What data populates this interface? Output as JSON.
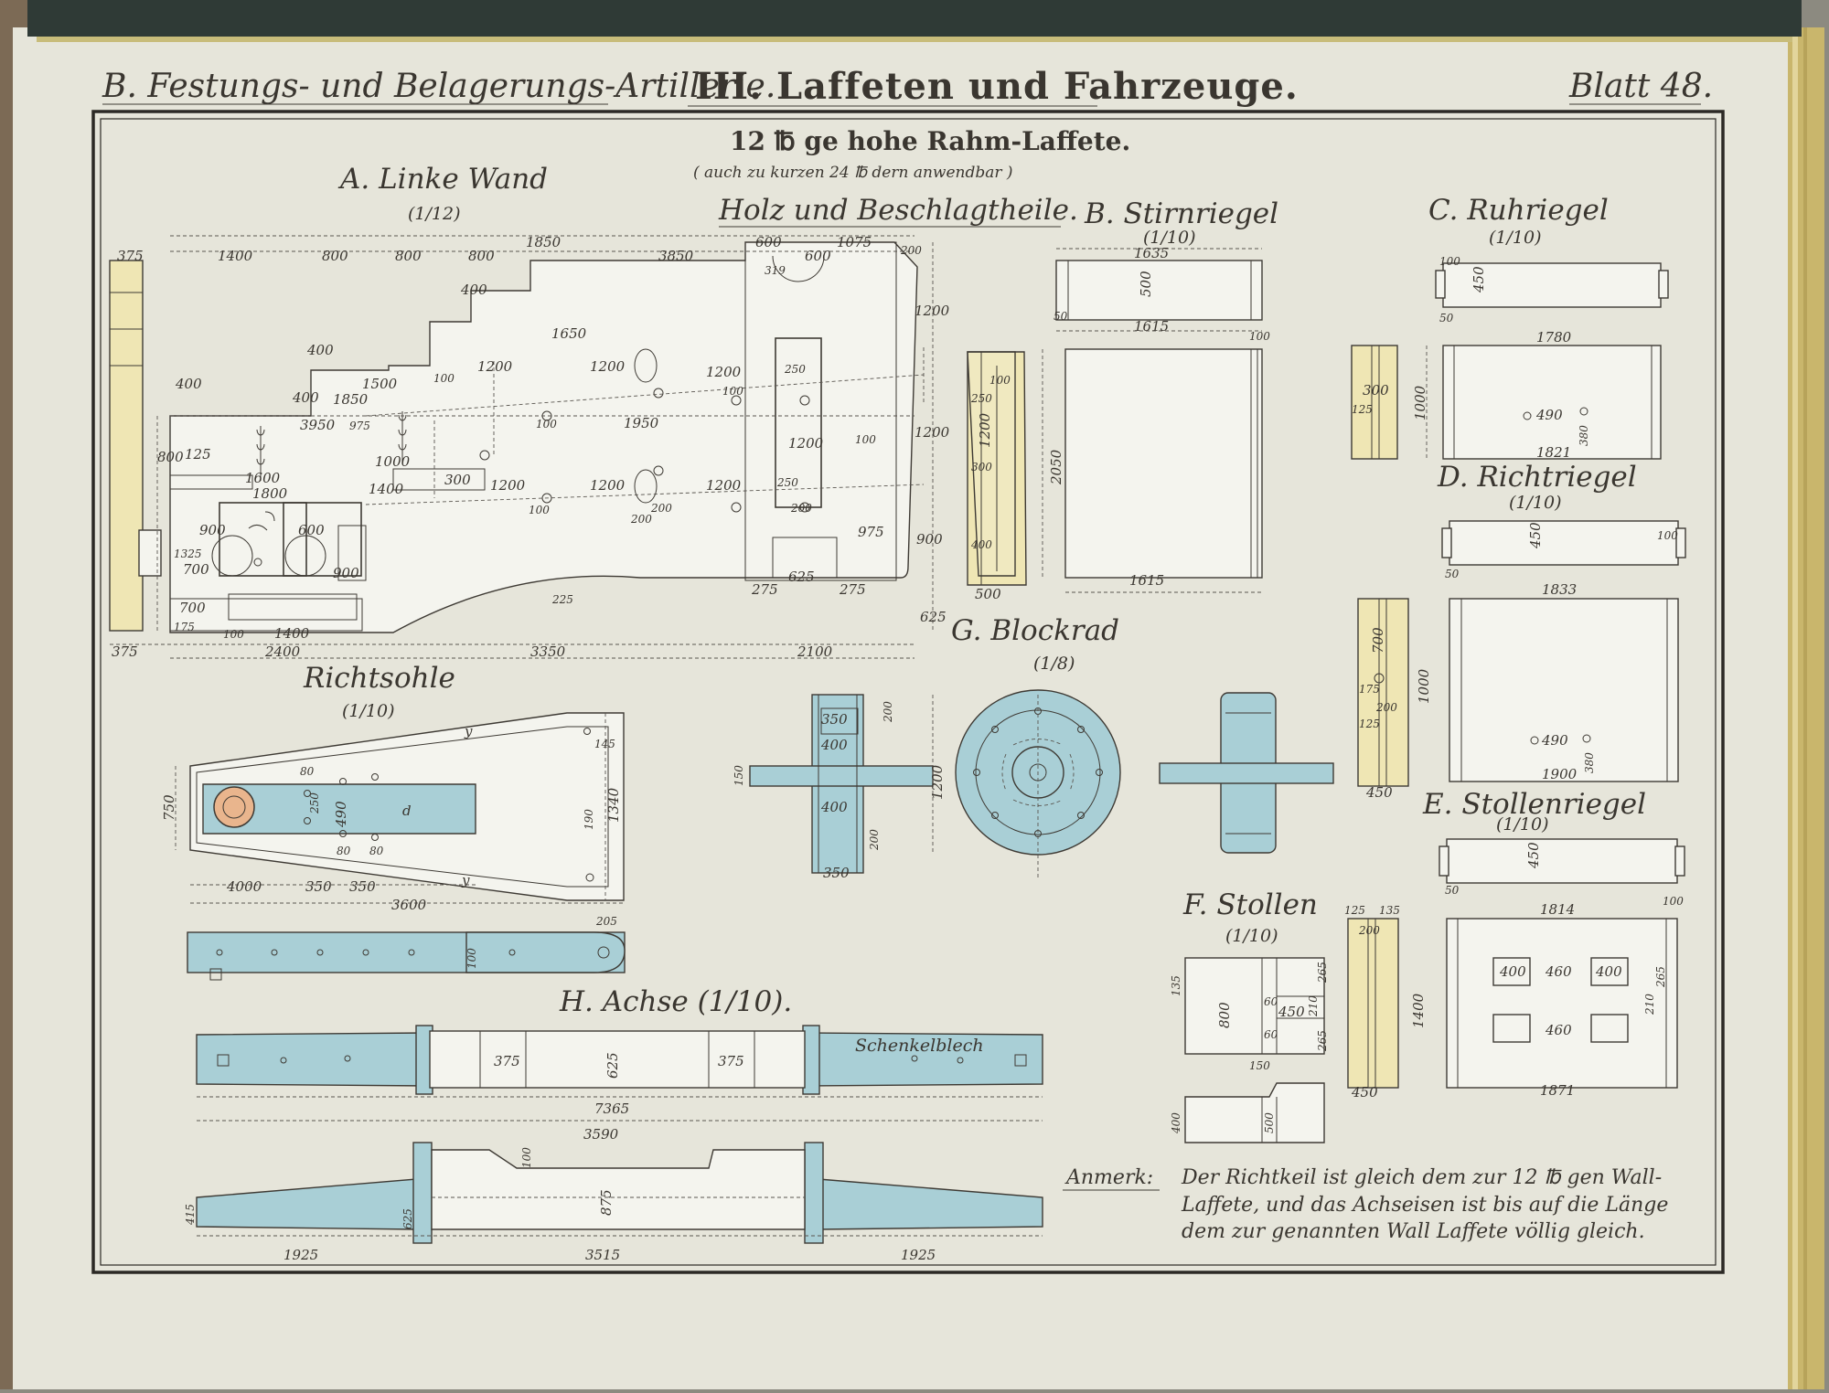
{
  "header": {
    "left": "B. Festungs- und Belagerungs-Artillerie.",
    "center": "III. Laffeten und Fahrzeuge.",
    "right": "Blatt 48."
  },
  "title": {
    "main": "12 ℔ ge hohe Rahm-Laffete.",
    "note": "( auch zu kurzen 24 ℔ dern anwendbar )",
    "section": "Holz und Beschlagtheile."
  },
  "parts": {
    "a": {
      "label": "A. Linke Wand",
      "scale": "(1/12)"
    },
    "b": {
      "label": "B. Stirnriegel",
      "scale": "(1/10)"
    },
    "c": {
      "label": "C. Ruhriegel",
      "scale": "(1/10)"
    },
    "d": {
      "label": "D. Richtriegel",
      "scale": "(1/10)"
    },
    "e": {
      "label": "E. Stollenriegel",
      "scale": "(1/10)"
    },
    "f": {
      "label": "F. Stollen",
      "scale": "(1/10)"
    },
    "g": {
      "label": "G. Blockrad",
      "scale": "(1/8)"
    },
    "h": {
      "label": "H. Achse (1/10)."
    },
    "r": {
      "label": "Richtsohle",
      "scale": "(1/10)"
    }
  },
  "axle_plate": "Schenkelblech",
  "remark": {
    "head": "Anmerk:",
    "line1": "Der Richtkeil ist gleich dem zur 12 ℔ gen Wall-",
    "line2": "Laffete, und das Achseisen ist bis auf die Länge",
    "line3": "dem zur genannten Wall Laffete völlig gleich."
  },
  "dims": {
    "a_top": [
      "375",
      "1400",
      "800",
      "800",
      "800",
      "1850",
      "3850",
      "600",
      "600",
      "1075",
      "200"
    ],
    "a_mid": [
      "400",
      "400",
      "400",
      "400",
      "1200",
      "1200",
      "1200",
      "1200",
      "1200",
      "1200",
      "1200",
      "1950",
      "3950",
      "1850",
      "1500",
      "975",
      "100",
      "100",
      "100",
      "100",
      "100",
      "1600",
      "1800",
      "1000",
      "1400",
      "300",
      "250",
      "250",
      "200",
      "200",
      "200",
      "319",
      "1650",
      "1200",
      "1200",
      "900",
      "975",
      "625",
      "275",
      "275",
      "700",
      "700",
      "900",
      "600",
      "1325",
      "175",
      "125",
      "800",
      "900",
      "100"
    ],
    "a_bot": [
      "375",
      "2400",
      "1400",
      "3350",
      "2100",
      "625",
      "225"
    ],
    "b": [
      "1635",
      "1615",
      "500",
      "50",
      "100",
      "2050",
      "1200",
      "1615",
      "500",
      "300",
      "100",
      "250",
      "400"
    ],
    "c": [
      "450",
      "1780",
      "1821",
      "1000",
      "490",
      "380",
      "300",
      "125",
      "100",
      "50"
    ],
    "d": [
      "450",
      "1833",
      "1900",
      "1000",
      "490",
      "380",
      "700",
      "200",
      "175",
      "125",
      "450",
      "100",
      "50"
    ],
    "e": [
      "450",
      "1814",
      "1871",
      "1400",
      "400",
      "460",
      "400",
      "460",
      "265",
      "210",
      "125",
      "135",
      "200",
      "450",
      "100",
      "50"
    ],
    "f": [
      "800",
      "450",
      "265",
      "210",
      "265",
      "135",
      "150",
      "500",
      "400",
      "60",
      "60"
    ],
    "g": [
      "350",
      "400",
      "400",
      "350",
      "200",
      "200",
      "150",
      "1200"
    ],
    "r": [
      "750",
      "4000",
      "350",
      "350",
      "3600",
      "490",
      "250",
      "80",
      "80",
      "80",
      "145",
      "1340",
      "190",
      "205",
      "100"
    ],
    "h": [
      "375",
      "625",
      "375",
      "7365",
      "3590",
      "3515",
      "1925",
      "1925",
      "875",
      "625",
      "415",
      "100"
    ]
  }
}
